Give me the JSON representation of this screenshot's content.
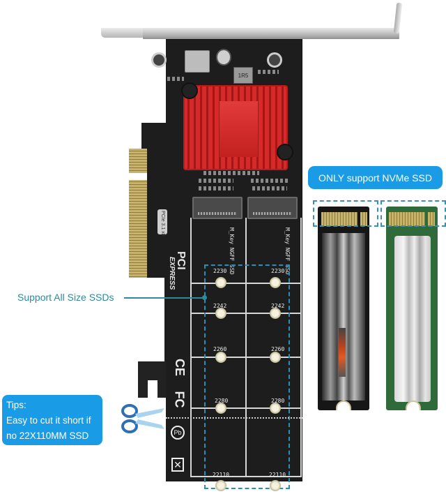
{
  "product": {
    "description": "Dual M.2 NVMe SSD to PCIe adapter card with red heatsink"
  },
  "callouts": {
    "nvme_only": "ONLY support NVMe SSD",
    "all_sizes": "Support All Size SSDs",
    "tips_title": "Tips:",
    "tips_line1": "Easy to cut it short if",
    "tips_line2": "no 22X110MM SSD"
  },
  "board": {
    "slot_label_left": "M_Key NGFF SSD",
    "slot_label_right": "M_Key NGFF SSD",
    "pcie_version": "PCIe 3.1 x8",
    "pcie_logo_top": "PCI",
    "pcie_logo_bottom": "EXPRESS",
    "inductor_mark": "1R5",
    "sizes": [
      "2230",
      "2242",
      "2260",
      "2280",
      "22110"
    ],
    "cert_marks": [
      "CE",
      "FC",
      "Pb-free",
      "WEEE"
    ]
  },
  "icons": {
    "scissors": "scissors-icon",
    "ce": "ce-mark-icon",
    "fcc": "fcc-mark-icon",
    "pb_free": "lead-free-icon",
    "weee": "weee-bin-icon"
  },
  "colors": {
    "callout_blue": "#1a9be6",
    "callout_teal": "#2b8a9c",
    "heatsink_red": "#d42a2a",
    "pcb_black": "#1d1d1d",
    "ssd_green": "#2f6b3a"
  }
}
